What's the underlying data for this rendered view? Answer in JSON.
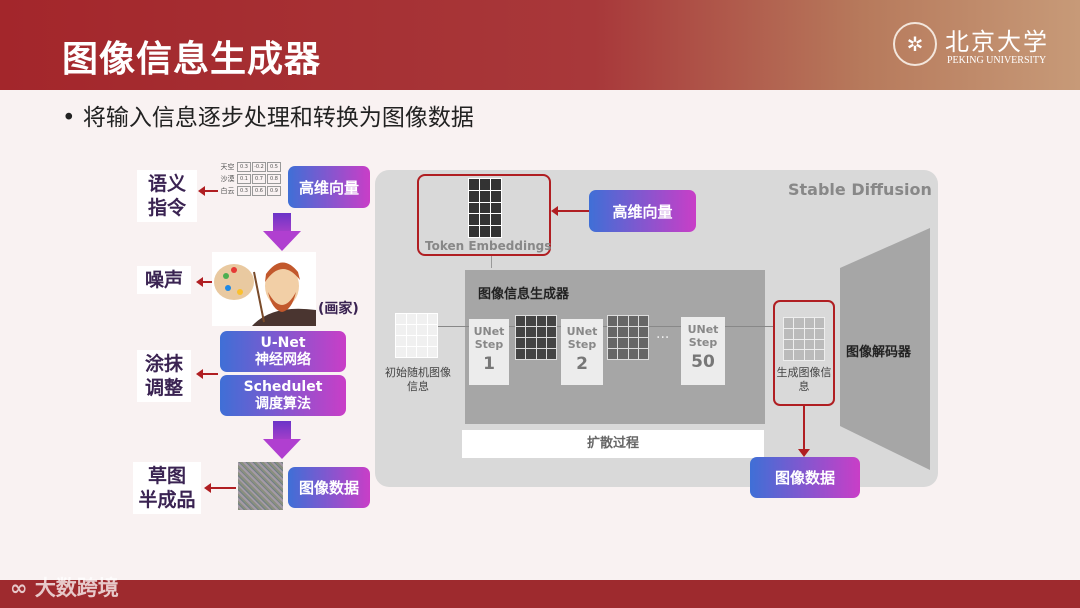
{
  "header": {
    "title": "图像信息生成器",
    "logo_cn": "北京大学",
    "logo_en": "PEKING UNIVERSITY"
  },
  "bullet": "将输入信息逐步处理和转换为图像数据",
  "left": {
    "semantic_label": "语义\n指令",
    "noise_label": "噪声",
    "smear_label": "涂抹\n调整",
    "draft_label": "草图\n半成品",
    "vector_button": "高维向量",
    "painter_label": "(画家)",
    "unet_box": {
      "title": "U-Net",
      "subtitle": "神经网络"
    },
    "scheduler_box": {
      "title": "Schedulet",
      "subtitle": "调度算法"
    },
    "image_data_button": "图像数据",
    "mini_table": [
      {
        "word": "天空",
        "values": [
          "0.3",
          "-0.2",
          "0.5"
        ]
      },
      {
        "word": "沙漠",
        "values": [
          "0.1",
          "0.7",
          "0.8"
        ]
      },
      {
        "word": "白云",
        "values": [
          "0.3",
          "0.6",
          "0.9"
        ]
      }
    ]
  },
  "diagram": {
    "title": "Stable Diffusion",
    "token_label": "Token Embeddings",
    "vector_button": "高维向量",
    "generator_title": "图像信息生成器",
    "initial_label": "初始随机图像信息",
    "steps": [
      {
        "label": "UNet Step",
        "num": "1"
      },
      {
        "label": "UNet Step",
        "num": "2"
      },
      {
        "label": "UNet Step",
        "num": "50"
      }
    ],
    "ellipsis": "···",
    "generated_label": "生成图像信息",
    "decoder_label": "图像解码器",
    "diffusion_label": "扩散过程",
    "image_data_button": "图像数据"
  },
  "watermark": "大数跨境",
  "colors": {
    "header": "#a3262b",
    "accent_red": "#b01e22",
    "gradient_start": "#3f6fd6",
    "gradient_end": "#c93ec7"
  }
}
